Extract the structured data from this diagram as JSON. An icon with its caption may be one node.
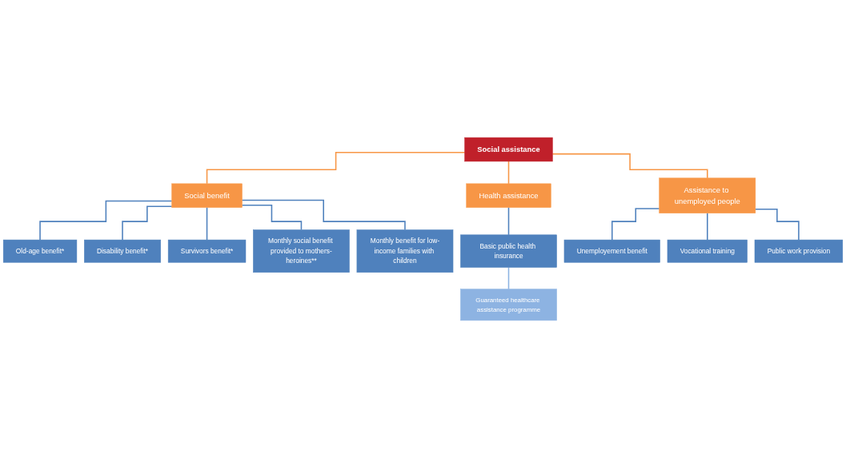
{
  "diagram": {
    "nodes": [
      {
        "text": [
          "Social assistance"
        ]
      },
      {
        "text": [
          "Social benefit"
        ]
      },
      {
        "text": [
          "Health assistance"
        ]
      },
      {
        "text": [
          "Assistance to unemployed people"
        ]
      },
      {
        "text": [
          "Old-age benefit*"
        ]
      },
      {
        "text": [
          "Disability benefit*"
        ]
      },
      {
        "text": [
          "Survivors benefit*"
        ]
      },
      {
        "text": [
          "Monthly social benefit provided to mothers-heroines**"
        ]
      },
      {
        "text": [
          "Monthly benefit for low-income families with children"
        ]
      },
      {
        "text": [
          "Basic public health insurance"
        ]
      },
      {
        "text": [
          "Guaranteed healthcare assistance programme"
        ]
      },
      {
        "text": [
          "Unemployement benefit"
        ]
      },
      {
        "text": [
          "Vocational training"
        ]
      },
      {
        "text": [
          "Public work provision"
        ]
      }
    ],
    "edges": [
      {
        "from": 0,
        "to": 1,
        "arrow": "none",
        "color": "#f79646"
      },
      {
        "from": 0,
        "to": 2,
        "arrow": "none",
        "color": "#f79646"
      },
      {
        "from": 0,
        "to": 3,
        "arrow": "none",
        "color": "#f79646"
      },
      {
        "from": 1,
        "to": 4,
        "arrow": "none"
      },
      {
        "from": 1,
        "to": 5,
        "arrow": "none"
      },
      {
        "from": 1,
        "to": 6,
        "arrow": "none"
      },
      {
        "from": 1,
        "to": 7,
        "arrow": "none"
      },
      {
        "from": 1,
        "to": 8,
        "arrow": "none"
      },
      {
        "from": 2,
        "to": 9,
        "arrow": "none"
      },
      {
        "from": 9,
        "to": 10,
        "arrow": "none",
        "color": "#8db3e2"
      },
      {
        "from": 3,
        "to": 11,
        "arrow": "none"
      },
      {
        "from": 3,
        "to": 12,
        "arrow": "none"
      },
      {
        "from": 3,
        "to": 13,
        "arrow": "none"
      }
    ]
  }
}
